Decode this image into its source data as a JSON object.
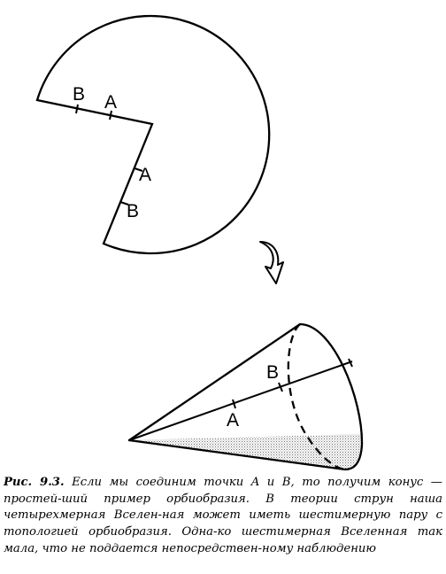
{
  "figure": {
    "sector_labels": {
      "edge1_b": "B",
      "edge1_a": "A",
      "edge2_a": "A",
      "edge2_b": "B"
    },
    "cone_labels": {
      "b": "B",
      "a": "A"
    }
  },
  "caption": {
    "label": "Рис. 9.3.",
    "lines": [
      "Если мы соединим точки A и B, то получим конус — простей-",
      "ший пример орбиобразия. В теории струн наша четырехмерная Вселен-",
      "ная может иметь шестимерную пару с топологией орбиобразия. Одна-",
      "ко шестимерная Вселенная так мала, что не поддается непосредствен-",
      "ному наблюдению"
    ]
  }
}
